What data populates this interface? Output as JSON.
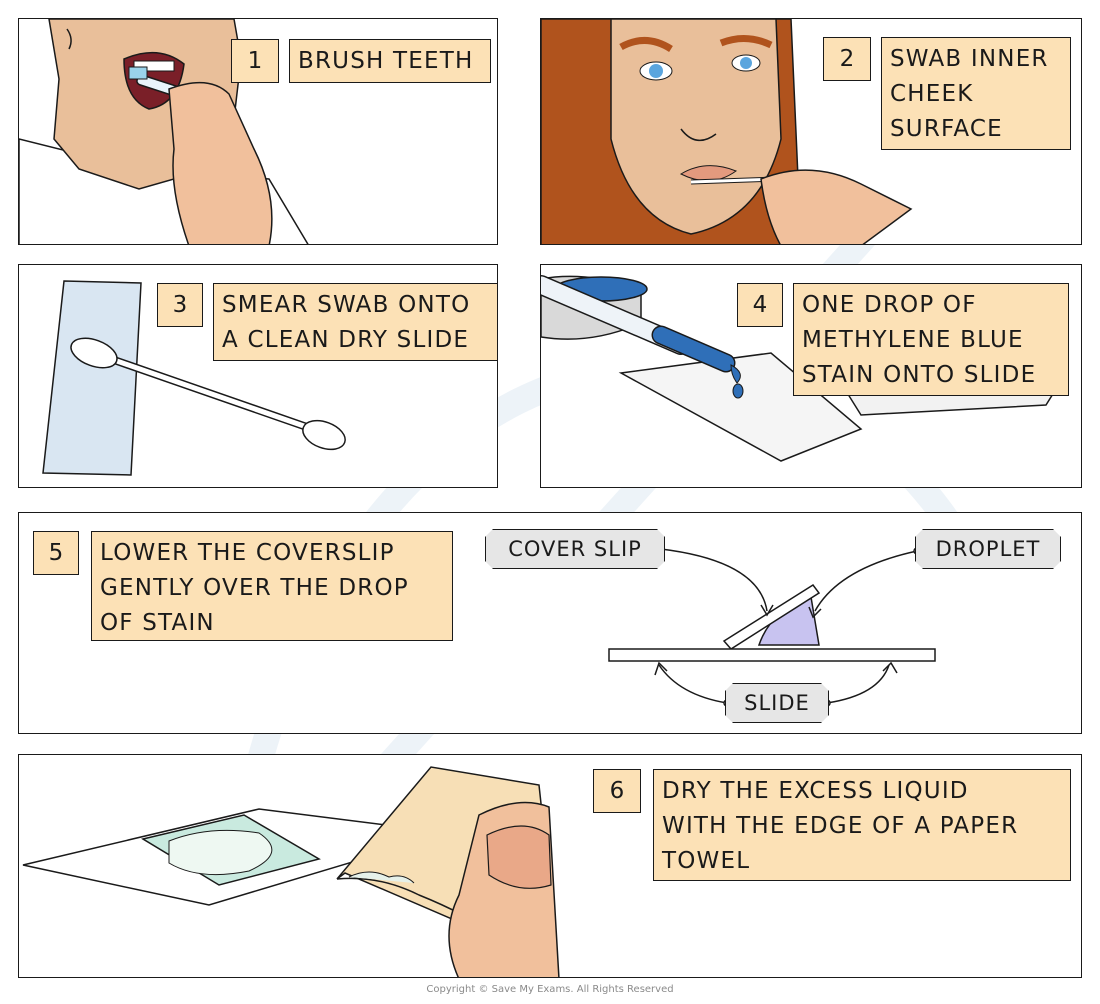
{
  "steps": [
    {
      "number": "1",
      "label": "BRUSH TEETH"
    },
    {
      "number": "2",
      "label": "SWAB INNER\nCHEEK\nSURFACE"
    },
    {
      "number": "3",
      "label": "SMEAR SWAB ONTO\nA CLEAN DRY SLIDE"
    },
    {
      "number": "4",
      "label": "ONE DROP OF\nMETHYLENE BLUE\nSTAIN ONTO SLIDE"
    },
    {
      "number": "5",
      "label": "LOWER THE COVERSLIP\nGENTLY OVER THE DROP\nOF STAIN"
    },
    {
      "number": "6",
      "label": "DRY THE EXCESS LIQUID\nWITH THE EDGE OF A PAPER\nTOWEL"
    }
  ],
  "callouts": {
    "cover_slip": "COVER SLIP",
    "droplet": "DROPLET",
    "slide": "SLIDE"
  },
  "copyright": "Copyright © Save My Exams. All Rights Reserved",
  "colors": {
    "label_fill": "#fce1b6",
    "callout_fill": "#e6e6e6",
    "skin": "#f1c09c",
    "hair": "#b0531d",
    "stain_blue": "#2f6fb8",
    "droplet_violet": "#c8c3f0"
  },
  "icons": [
    "toothbrush-icon",
    "cotton-swab-icon",
    "slide-icon",
    "dropper-icon",
    "coverslip-icon",
    "paper-towel-icon"
  ]
}
